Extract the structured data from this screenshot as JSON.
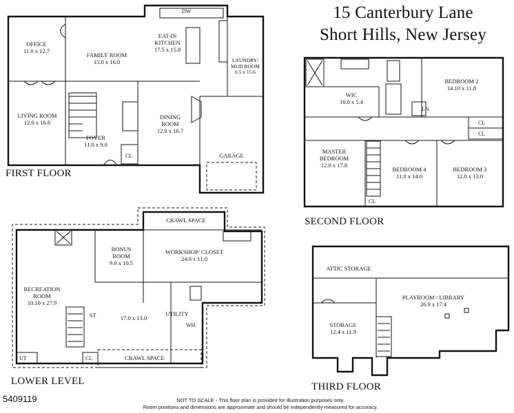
{
  "header": {
    "line1": "15 Canterbury Lane",
    "line2": "Short Hills, New Jersey"
  },
  "floors": {
    "first": {
      "label": "FIRST FLOOR",
      "rooms": [
        {
          "name": "OFFICE",
          "dim": "11.0 x 12.7"
        },
        {
          "name": "FAMILY ROOM",
          "dim": "15.0 x 16.0"
        },
        {
          "name": "EAT-IN",
          "name2": "KITCHEN",
          "dim": "17.5 x 15.8"
        },
        {
          "name": "LAUNDRY/",
          "name2": "MUD ROOM",
          "dim": "6.5 x 15.6"
        },
        {
          "name": "LIVING ROOM",
          "dim": "12.0 x 16.8"
        },
        {
          "name": "FOYER",
          "dim": "11.0 x 9.0"
        },
        {
          "name": "DINING",
          "name2": "ROOM",
          "dim": "12.0 x 16.7"
        },
        {
          "name": "GARAGE"
        }
      ],
      "tags": {
        "dw": "DW",
        "cl": "CL"
      }
    },
    "second": {
      "label": "SECOND FLOOR",
      "rooms": [
        {
          "name": "WIC",
          "dim": "16.0 x 5.4"
        },
        {
          "name": "BEDROOM 2",
          "dim": "14.10 x 11.8"
        },
        {
          "name": "MASTER",
          "name2": "BEDROOM",
          "dim": "12.0 x 17.8"
        },
        {
          "name": "BEDROOM 4",
          "dim": "11.0 x 14.0"
        },
        {
          "name": "BEDROOM 3",
          "dim": "12.0 x 13.0"
        }
      ],
      "tags": {
        "ln": "LN",
        "cl1": "CL",
        "cl2": "CL",
        "cl3": "CL"
      }
    },
    "lower": {
      "label": "LOWER LEVEL",
      "rooms": [
        {
          "name": "CRAWL SPACE"
        },
        {
          "name": "BONUS",
          "name2": "ROOM",
          "dim": "9.0 x 10.5"
        },
        {
          "name": "WORKSHOP/ CLOSET",
          "dim": "24.0 x 11.0"
        },
        {
          "name": "RECREATION",
          "name2": "ROOM",
          "dim": "10.10 x 27.9"
        },
        {
          "dim": "17.0 x 13.0"
        },
        {
          "name": "UTILITY"
        },
        {
          "name": "CRAWL SPACE"
        }
      ],
      "tags": {
        "st": "ST",
        "wh": "WH",
        "ut": "UT",
        "cl": "CL"
      }
    },
    "third": {
      "label": "THIRD FLOOR",
      "rooms": [
        {
          "name": "ATTIC STORAGE"
        },
        {
          "name": "PLAYROOM / LIBRARY",
          "dim": "26.9 x 17.4"
        },
        {
          "name": "STORAGE",
          "dim": "12.4 x 11.9"
        }
      ]
    }
  },
  "footer": {
    "mls_number": "5409119",
    "note_line1": "NOT TO SCALE - This floor plan is provided for illustration purposes only.",
    "note_line2": "Room positions and dimensions are approximate and should be independently measured for accuracy."
  }
}
